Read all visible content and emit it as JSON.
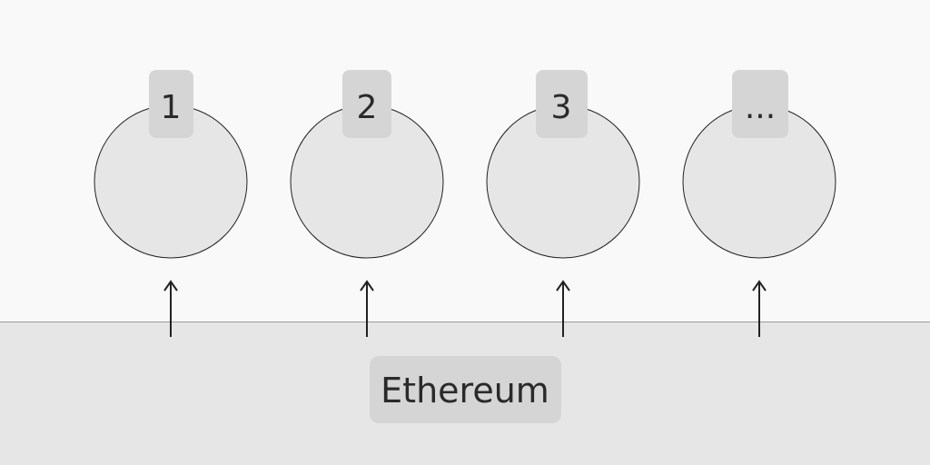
{
  "nodes": [
    {
      "label": "1"
    },
    {
      "label": "2"
    },
    {
      "label": "3"
    },
    {
      "label": "..."
    }
  ],
  "base": {
    "label": "Ethereum"
  },
  "colors": {
    "canvas": "#f9f9f9",
    "base_layer": "#e6e6e6",
    "node_fill": "#e6e6e6",
    "label_box": "#d5d5d5",
    "stroke": "#222222",
    "text": "#2a2a2a"
  }
}
